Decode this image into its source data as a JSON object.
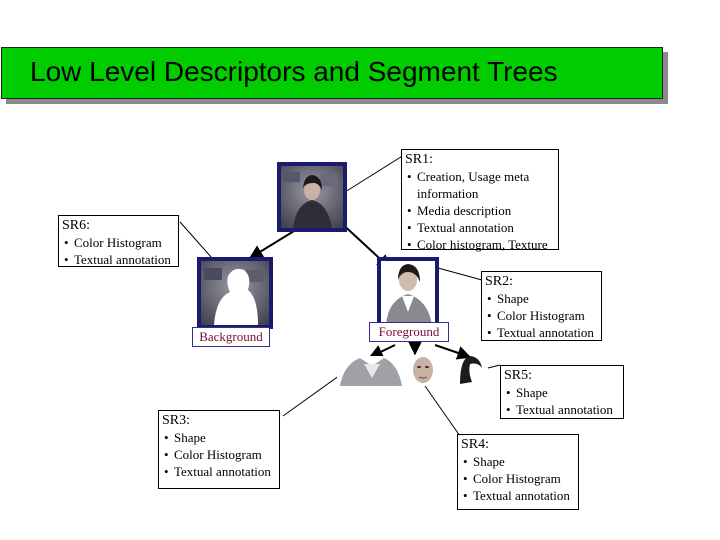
{
  "title": "Low Level Descriptors  and Segment Trees",
  "boxes": {
    "sr1": {
      "head": "SR1:",
      "items": [
        "Creation, Usage meta",
        "information",
        "Media description",
        "Textual annotation",
        "Color histogram, Texture"
      ]
    },
    "sr2": {
      "head": "SR2:",
      "items": [
        "Shape",
        "Color Histogram",
        "Textual annotation"
      ]
    },
    "sr3": {
      "head": "SR3:",
      "items": [
        "Shape",
        "Color Histogram",
        "Textual annotation"
      ]
    },
    "sr4": {
      "head": "SR4:",
      "items": [
        "Shape",
        "Color Histogram",
        "Textual annotation"
      ]
    },
    "sr5": {
      "head": "SR5:",
      "items": [
        "Shape",
        "Textual annotation"
      ]
    },
    "sr6": {
      "head": "SR6:",
      "items": [
        "Color Histogram",
        "Textual annotation"
      ]
    }
  },
  "segments": {
    "background_label": "Background",
    "foreground_label": "Foreground"
  },
  "colors": {
    "title_bg": "#00cc00",
    "frame_border": "#1a1a6e",
    "segment_label_text": "#7a0a3a"
  }
}
